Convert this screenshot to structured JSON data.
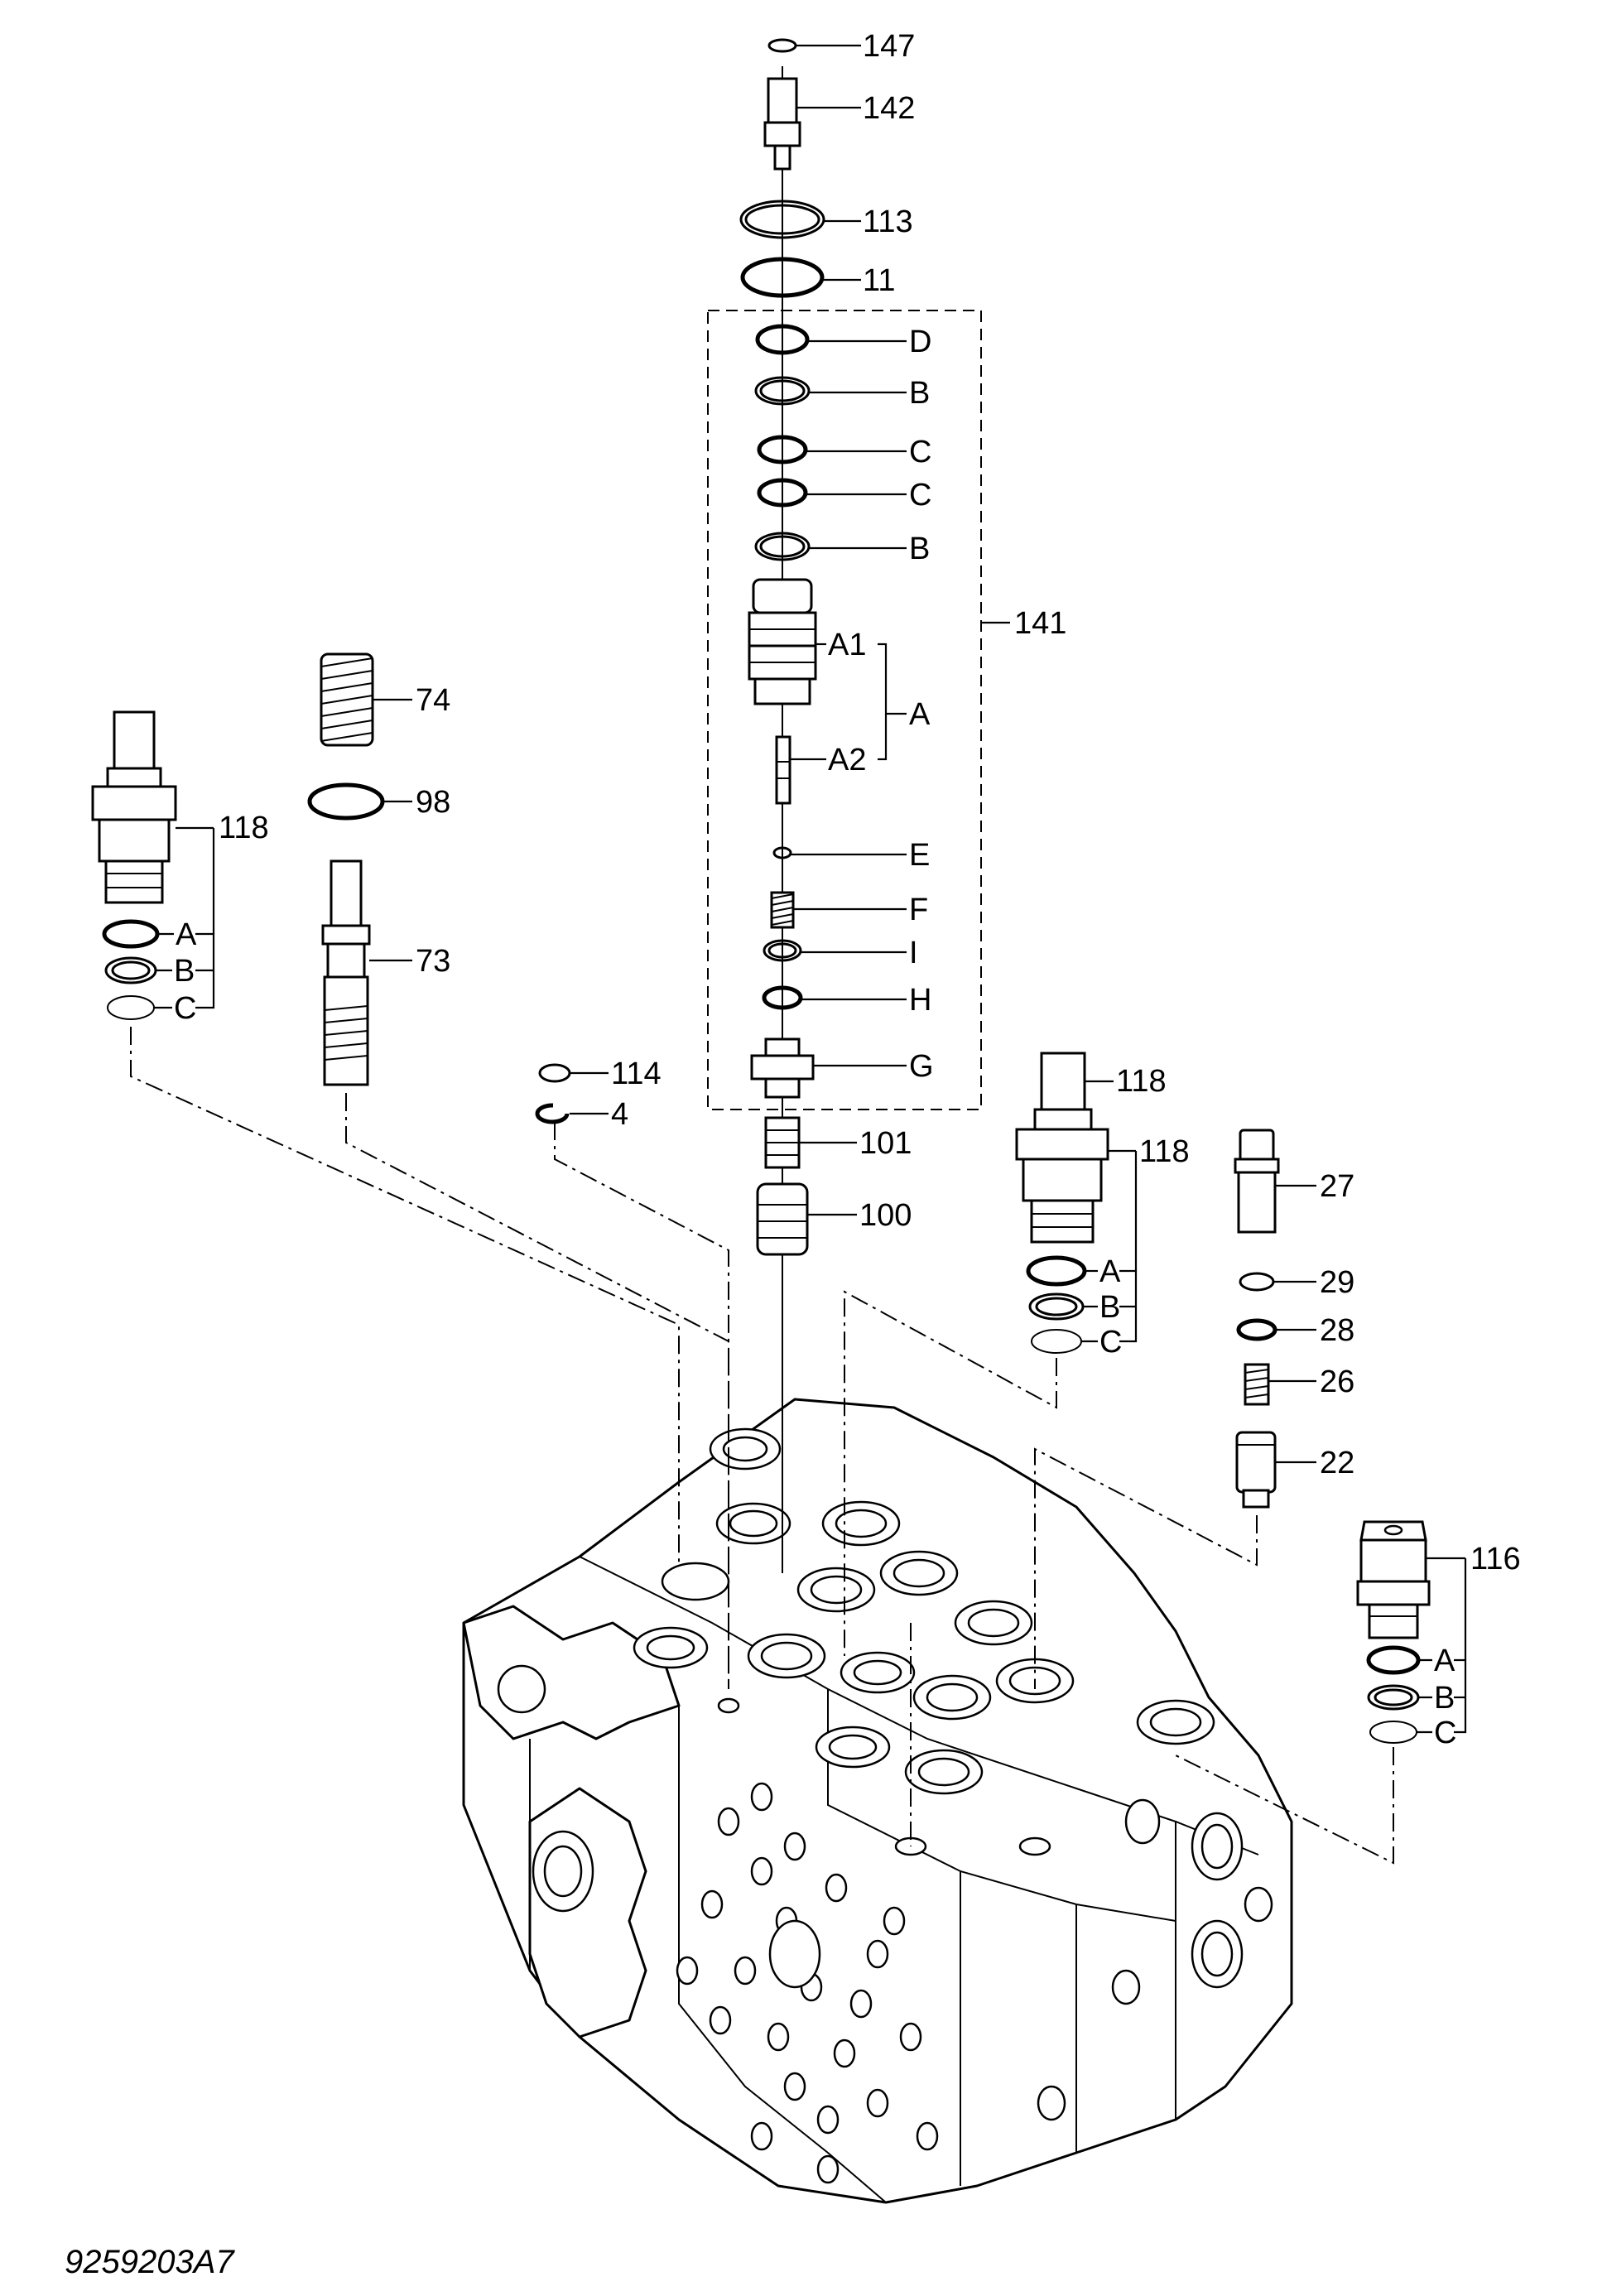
{
  "figure_id": "9259203A7",
  "callouts": {
    "c147": "147",
    "c142": "142",
    "c113": "113",
    "c11": "11",
    "c141": "141",
    "cD": "D",
    "cB1": "B",
    "cC1": "C",
    "cC2": "C",
    "cB2": "B",
    "cA1": "A1",
    "cA": "A",
    "cA2": "A2",
    "cE": "E",
    "cF": "F",
    "cI": "I",
    "cH": "H",
    "cG": "G",
    "c101": "101",
    "c100": "100",
    "c114": "114",
    "c4": "4",
    "c74": "74",
    "c98": "98",
    "c73": "73",
    "c118_left": "118",
    "cA_left": "A",
    "cB_left": "B",
    "cC_left": "C",
    "c118_mid_top": "118",
    "c118_mid": "118",
    "cA_mid": "A",
    "cB_mid": "B",
    "cC_mid": "C",
    "c27": "27",
    "c29": "29",
    "c28": "28",
    "c26": "26",
    "c22": "22",
    "c116": "116",
    "cA_right": "A",
    "cB_right": "B",
    "cC_right": "C"
  }
}
